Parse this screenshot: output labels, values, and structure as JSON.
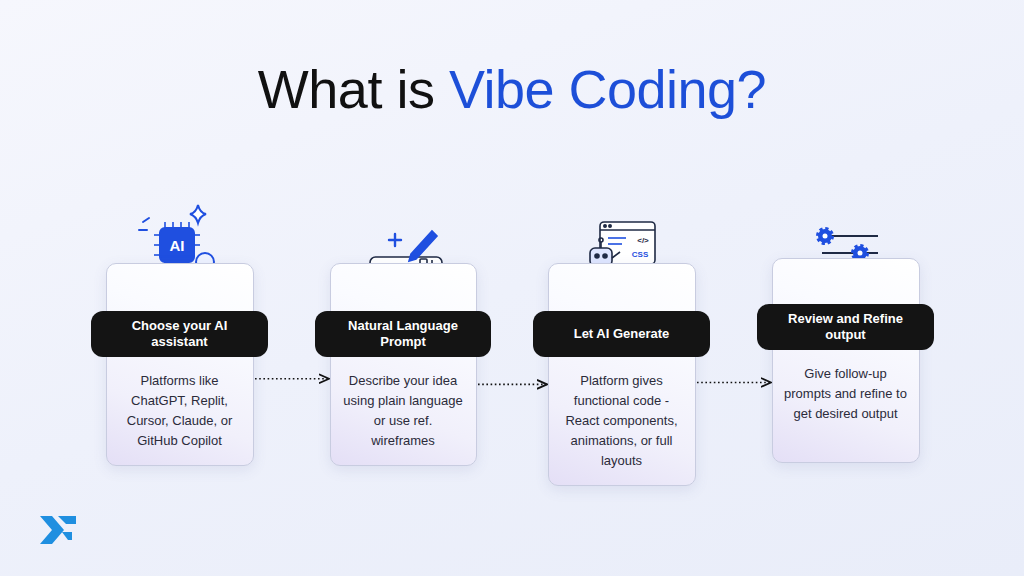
{
  "diagram": {
    "title": "What is Vibe Coding?",
    "nodes": [
      {
        "text": [
          "Choose your AI assistant",
          "Platforms like ChatGPT, Replit, Cursor, Claude, or GitHub Copilot"
        ]
      },
      {
        "text": [
          "Natural Language Prompt",
          "Describe your idea using plain language or use ref. wireframes"
        ]
      },
      {
        "text": [
          "Let AI Generate",
          "Platform gives functional code - React components, animations, or full layouts"
        ]
      },
      {
        "text": [
          "Review and Refine output",
          "Give follow-up prompts and refine to get desired output"
        ]
      }
    ],
    "edges": [
      {
        "from": 0,
        "to": 1,
        "arrow": "to"
      },
      {
        "from": 1,
        "to": 2,
        "arrow": "to"
      },
      {
        "from": 2,
        "to": 3,
        "arrow": "to"
      }
    ],
    "labels": [
      "AI",
      "</>",
      "CSS"
    ]
  }
}
